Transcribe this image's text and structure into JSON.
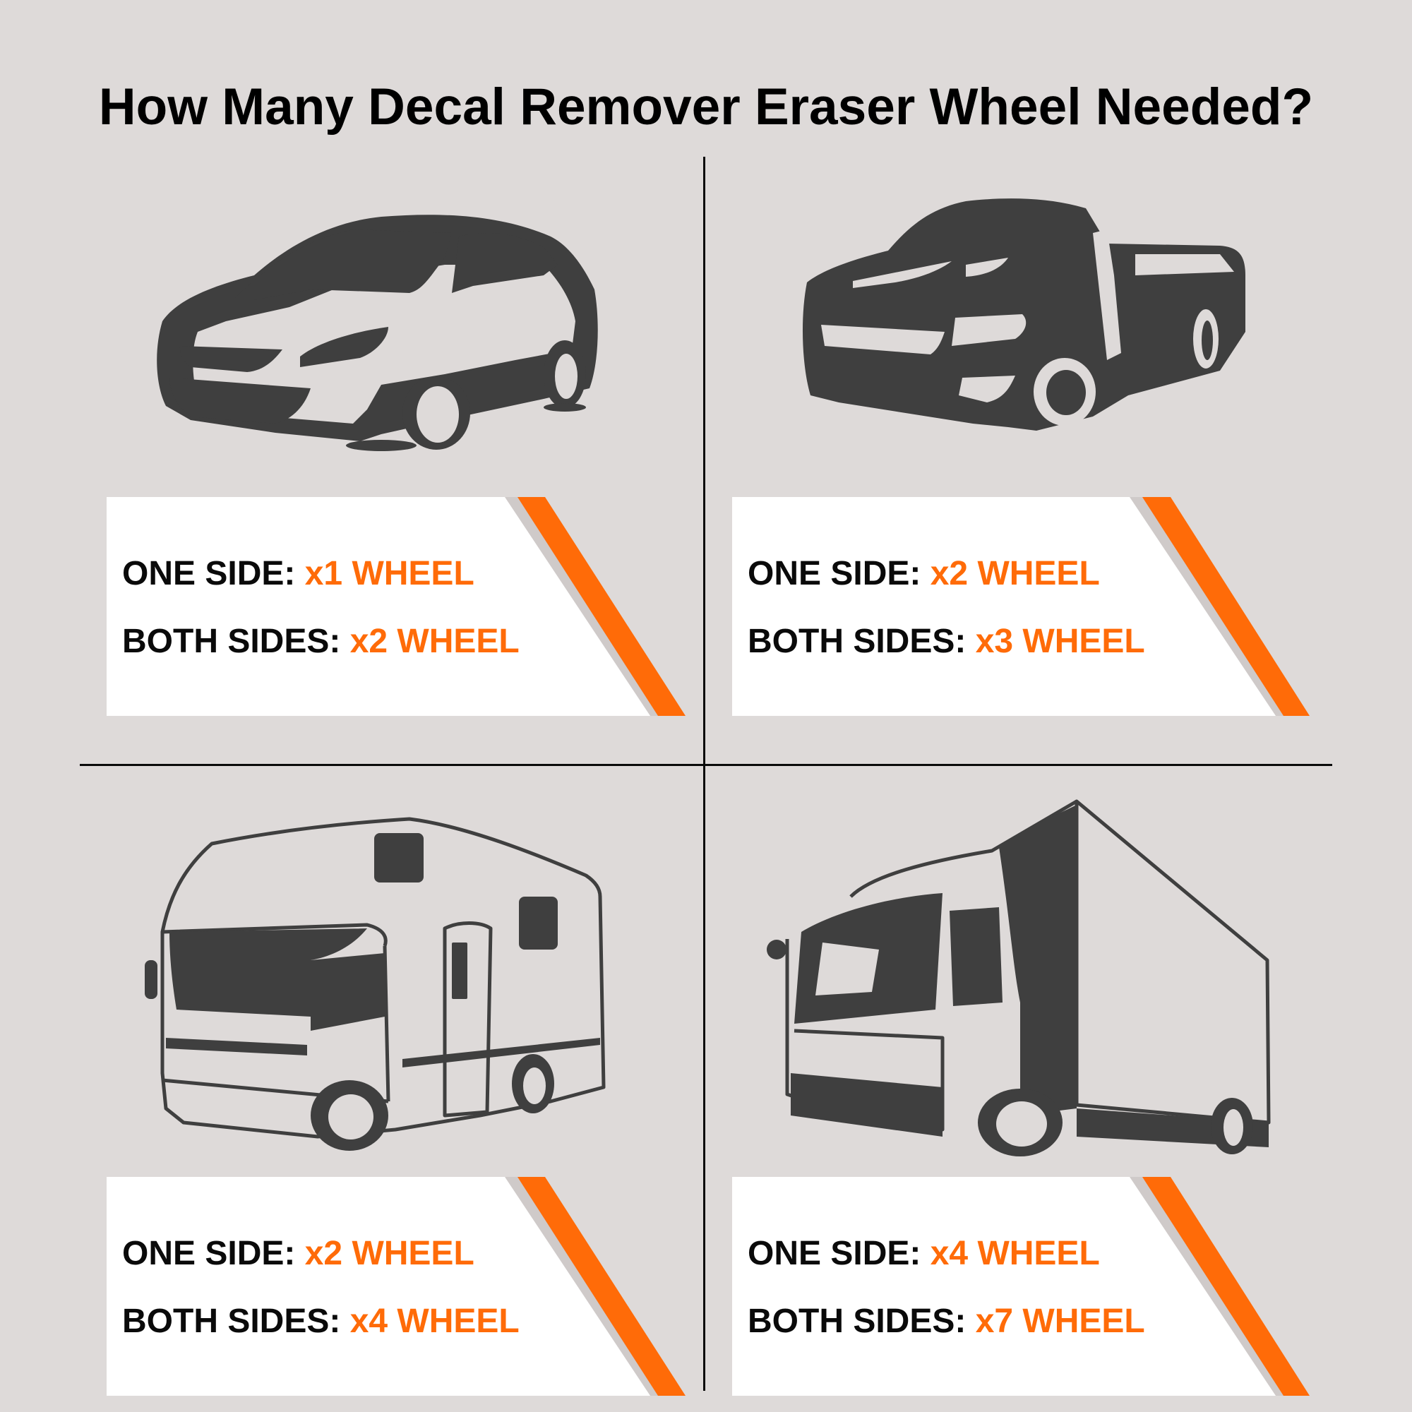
{
  "title": "How Many Decal Remover Eraser Wheel Needed?",
  "colors": {
    "background": "#dedad9",
    "accent_orange": "#ff6b08",
    "text": "#0a0a0a",
    "card": "#ffffff",
    "illustration": "#3f3f3f"
  },
  "quadrants": [
    {
      "vehicle": "sedan-car",
      "one_side_label": "ONE SIDE:",
      "one_side_value": "x1 WHEEL",
      "both_sides_label": "BOTH SIDES:",
      "both_sides_value": "x2 WHEEL"
    },
    {
      "vehicle": "pickup-truck",
      "one_side_label": "ONE SIDE:",
      "one_side_value": "x2 WHEEL",
      "both_sides_label": "BOTH SIDES:",
      "both_sides_value": "x3 WHEEL"
    },
    {
      "vehicle": "camper-rv",
      "one_side_label": "ONE SIDE:",
      "one_side_value": "x2 WHEEL",
      "both_sides_label": "BOTH SIDES:",
      "both_sides_value": "x4 WHEEL"
    },
    {
      "vehicle": "box-truck",
      "one_side_label": "ONE SIDE:",
      "one_side_value": "x4 WHEEL",
      "both_sides_label": "BOTH SIDES:",
      "both_sides_value": "x7 WHEEL"
    }
  ]
}
